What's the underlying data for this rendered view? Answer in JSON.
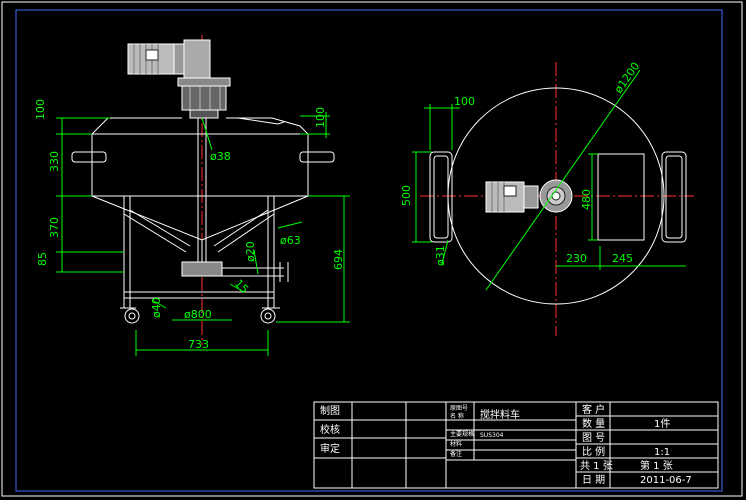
{
  "front_view": {
    "dimensions": {
      "d38": "ø38",
      "d63": "ø63",
      "d20": "ø20",
      "d40": "ø40",
      "d800": "ø800",
      "d15": "15",
      "h100": "100",
      "h100b": "100",
      "h330": "330",
      "h370": "370",
      "h85": "85",
      "h694": "694",
      "w733": "733"
    }
  },
  "top_view": {
    "dimensions": {
      "d1200": "ø1200",
      "d31": "ø31",
      "w100": "100",
      "h500": "500",
      "h480": "480",
      "w230": "230",
      "w245": "245"
    }
  },
  "title_block": {
    "left_labels": [
      "制图",
      "校核",
      "审定"
    ],
    "small_labels": [
      "原图号",
      "名 称",
      "主要规格",
      "材料",
      "备注"
    ],
    "name": "搅拌料车",
    "spec": "SUS304",
    "right_labels": [
      "客 户",
      "数 量",
      "图 号",
      "比 例",
      "共 1 张",
      "日 期"
    ],
    "right_values": [
      "",
      "1件",
      "",
      "1:1",
      "第 1 张",
      "2011-06-7"
    ]
  },
  "colors": {
    "background": "#000000",
    "outline": "#ffffff",
    "dimension": "#00ff00",
    "centerline": "#ff3030",
    "motor": "#3d6bff"
  }
}
